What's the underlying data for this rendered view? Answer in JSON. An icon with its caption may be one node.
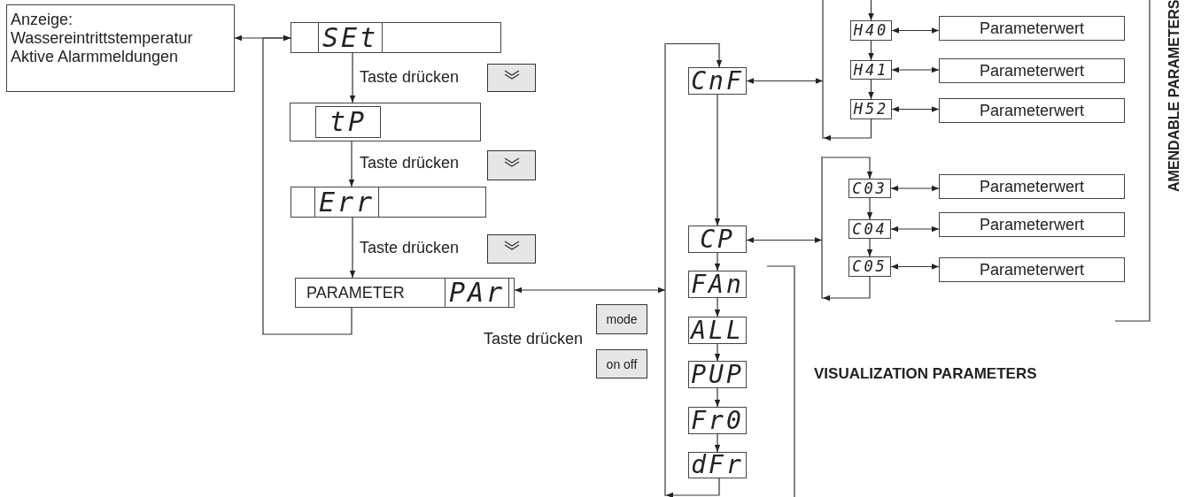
{
  "diagram": {
    "nodes": [
      {
        "text": [
          "Anzeige:",
          "Wassereintrittstemperatur",
          "Aktive Alarmmeldungen"
        ]
      },
      {
        "text": [],
        "shape": "box"
      },
      {
        "text": [
          "SEt"
        ],
        "in": 1
      },
      {
        "text": [],
        "shape": "box"
      },
      {
        "text": [
          "tP"
        ],
        "in": 3
      },
      {
        "text": [],
        "shape": "box"
      },
      {
        "text": [
          "Err"
        ],
        "in": 5
      },
      {
        "text": [
          "PARAMETER"
        ]
      },
      {
        "text": [
          "PAr"
        ],
        "in": 7
      },
      {
        "text": [
          "CnF"
        ]
      },
      {
        "text": [
          "CP"
        ]
      },
      {
        "text": [
          "FAn"
        ]
      },
      {
        "text": [
          "ALL"
        ]
      },
      {
        "text": [
          "PUP"
        ]
      },
      {
        "text": [
          "Fr0"
        ]
      },
      {
        "text": [
          "dFr"
        ]
      },
      {
        "text": [
          "H40"
        ]
      },
      {
        "text": [
          "Parameterwert"
        ]
      },
      {
        "text": [
          "H41"
        ]
      },
      {
        "text": [
          "Parameterwert"
        ]
      },
      {
        "text": [
          "H52"
        ]
      },
      {
        "text": [
          "Parameterwert"
        ]
      },
      {
        "text": [
          "C03"
        ]
      },
      {
        "text": [
          "Parameterwert"
        ]
      },
      {
        "text": [
          "C04"
        ]
      },
      {
        "text": [
          "Parameterwert"
        ]
      },
      {
        "text": [
          "C05"
        ]
      },
      {
        "text": [
          "Parameterwert"
        ]
      },
      {
        "text": [],
        "shape": "box"
      },
      {
        "text": [],
        "shape": "box"
      },
      {
        "text": [],
        "shape": "box"
      },
      {
        "text": [
          "mode"
        ]
      },
      {
        "text": [
          "on off"
        ]
      },
      {
        "text": [],
        "shape": "bar"
      },
      {
        "text": [],
        "shape": "bar"
      },
      {
        "text": [],
        "shape": "bar"
      }
    ],
    "edges": [
      {
        "from": 0,
        "to": 1,
        "arrow": "both"
      },
      {
        "from": 1,
        "to": 3,
        "arrow": "to"
      },
      {
        "from": 3,
        "to": 5,
        "arrow": "to"
      },
      {
        "from": 5,
        "to": 7,
        "arrow": "to"
      },
      {
        "from": 7,
        "to": 1,
        "arrow": "to"
      },
      {
        "from": 7,
        "to": 33,
        "arrow": "both"
      },
      {
        "from": 33,
        "to": 9,
        "arrow": "to"
      },
      {
        "from": 9,
        "to": 10,
        "arrow": "to"
      },
      {
        "from": 10,
        "to": 11,
        "arrow": "to"
      },
      {
        "from": 11,
        "to": 12,
        "arrow": "to"
      },
      {
        "from": 12,
        "to": 13,
        "arrow": "to"
      },
      {
        "from": 13,
        "to": 14,
        "arrow": "to"
      },
      {
        "from": 14,
        "to": 15,
        "arrow": "to"
      },
      {
        "from": 15,
        "to": 33,
        "arrow": "to"
      },
      {
        "from": 9,
        "to": 34,
        "arrow": "both"
      },
      {
        "from": null,
        "to": 16,
        "arrow": "to"
      },
      {
        "from": 16,
        "to": 17,
        "arrow": "both"
      },
      {
        "from": 16,
        "to": 18,
        "arrow": "to"
      },
      {
        "from": 18,
        "to": 19,
        "arrow": "both"
      },
      {
        "from": 18,
        "to": 20,
        "arrow": "to"
      },
      {
        "from": 20,
        "to": 21,
        "arrow": "both"
      },
      {
        "from": 20,
        "to": 34,
        "arrow": "to"
      },
      {
        "from": 10,
        "to": 35,
        "arrow": "both"
      },
      {
        "from": 35,
        "to": 22,
        "arrow": "to"
      },
      {
        "from": 22,
        "to": 23,
        "arrow": "both"
      },
      {
        "from": 22,
        "to": 24,
        "arrow": "to"
      },
      {
        "from": 24,
        "to": 25,
        "arrow": "both"
      },
      {
        "from": 24,
        "to": 26,
        "arrow": "to"
      },
      {
        "from": 26,
        "to": 27,
        "arrow": "both"
      },
      {
        "from": 26,
        "to": 35,
        "arrow": "to"
      }
    ],
    "labels": [
      "Taste drücken",
      "Taste drücken",
      "Taste drücken",
      "Taste drücken",
      "AMENDABLE PARAMETERS",
      "VISUALIZATION PARAMETERS"
    ]
  }
}
